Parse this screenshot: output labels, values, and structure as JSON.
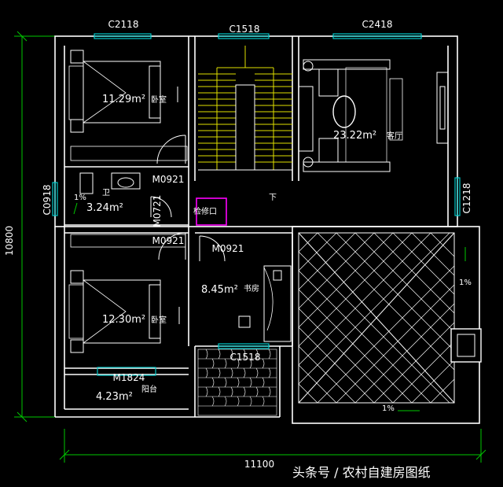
{
  "dimensions": {
    "height": "10800",
    "width": "11100"
  },
  "windows": {
    "top_left": "C2118",
    "top_mid": "C1518",
    "top_right": "C2418",
    "left_bath": "C0918",
    "right_living": "C1218",
    "study_bottom": "C1518"
  },
  "doors": {
    "d1": "M0921",
    "d2": "M0721",
    "d3": "M0921",
    "d4": "M0921",
    "balcony": "M1824"
  },
  "rooms": {
    "bedroom1": {
      "area": "11.29m²",
      "name": "卧室"
    },
    "living": {
      "area": "23.22m²",
      "name": "客厅"
    },
    "bath": {
      "area": "3.24m²",
      "name": "卫"
    },
    "bedroom2": {
      "area": "12.30m²",
      "name": "卧室"
    },
    "study": {
      "area": "8.45m²",
      "name": "书房"
    },
    "balcony": {
      "area": "4.23m²",
      "name": "阳台"
    }
  },
  "labels": {
    "hatch": "检修口",
    "stair_down": "下",
    "slope_bath": "1%",
    "slope_right": "1%",
    "slope_bottom": "1%"
  },
  "watermark": "头条号 / 农村自建房图纸",
  "colors": {
    "wall": "#ffffff",
    "window": "#00c8c8",
    "dim": "#00c800",
    "stair": "#ffff00",
    "hatch": "#ff00ff"
  }
}
